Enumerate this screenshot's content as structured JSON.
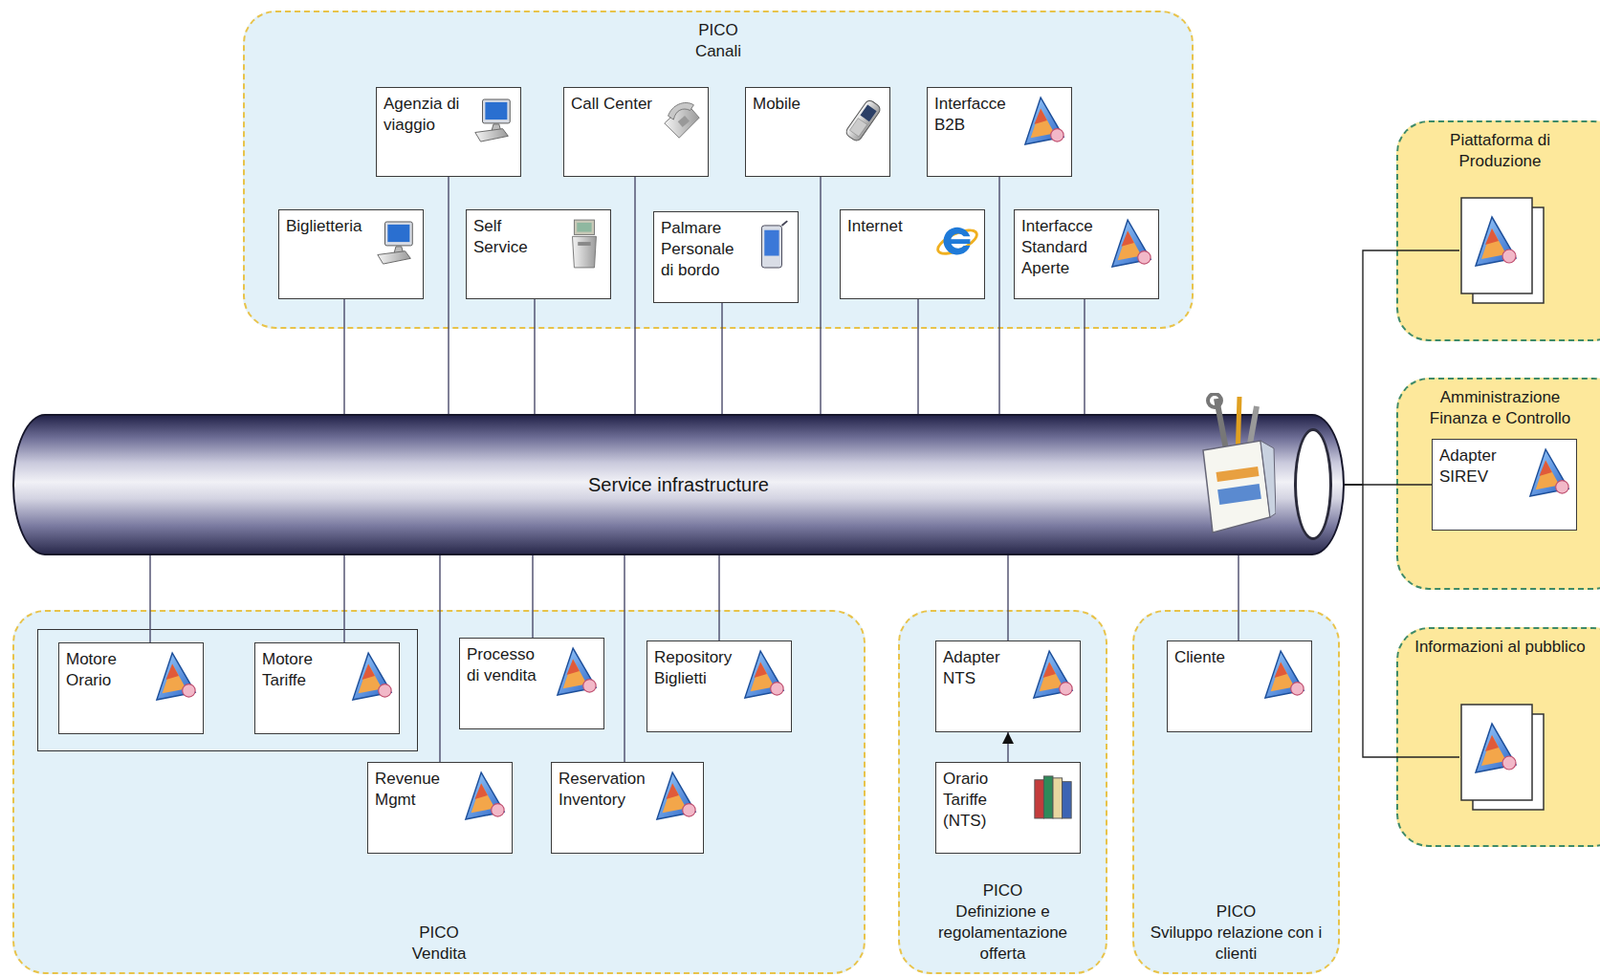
{
  "diagram": {
    "nodes": [
      {
        "text": [
          "PICO",
          "Canali"
        ]
      },
      {
        "text": [
          "Agenzia di viaggio"
        ],
        "in": 0
      },
      {
        "text": [
          "Call Center"
        ],
        "in": 0
      },
      {
        "text": [
          "Mobile"
        ],
        "in": 0
      },
      {
        "text": [
          "Interfacce B2B"
        ],
        "in": 0
      },
      {
        "text": [
          "Biglietteria"
        ],
        "in": 0
      },
      {
        "text": [
          "Self Service"
        ],
        "in": 0
      },
      {
        "text": [
          "Palmare Personale di bordo"
        ],
        "in": 0
      },
      {
        "text": [
          "Internet"
        ],
        "in": 0
      },
      {
        "text": [
          "Interfacce Standard Aperte"
        ],
        "in": 0
      },
      {
        "text": [
          "Piattaforma di Produzione"
        ]
      },
      {
        "text": [
          "Service infrastructure"
        ]
      },
      {
        "text": [
          "Amministrazione Finanza e Controllo"
        ]
      },
      {
        "text": [
          "Adapter SIREV"
        ],
        "in": 12
      },
      {
        "text": [
          "Informazioni al pubblico"
        ]
      },
      {
        "text": [
          "PICO",
          "Vendita"
        ]
      },
      {
        "text": [
          "Motore Orario"
        ],
        "in": 15
      },
      {
        "text": [
          "Motore Tariffe"
        ],
        "in": 15
      },
      {
        "text": [
          "Processo di vendita"
        ],
        "in": 15
      },
      {
        "text": [
          "Repository Biglietti"
        ],
        "in": 15
      },
      {
        "text": [
          "Revenue Mgmt"
        ],
        "in": 15
      },
      {
        "text": [
          "Reservation Inventory"
        ],
        "in": 15
      },
      {
        "text": [
          "PICO",
          "Definizione e regolamentazione offerta"
        ]
      },
      {
        "text": [
          "Adapter NTS"
        ],
        "in": 22
      },
      {
        "text": [
          "Orario Tariffe (NTS)"
        ],
        "in": 22
      },
      {
        "text": [
          "PICO",
          "Sviluppo relazione con i clienti"
        ]
      },
      {
        "text": [
          "Cliente"
        ],
        "in": 25
      }
    ],
    "edges": [
      {
        "from": 1,
        "to": 11,
        "arrow": "none"
      },
      {
        "from": 2,
        "to": 11,
        "arrow": "none"
      },
      {
        "from": 3,
        "to": 11,
        "arrow": "none"
      },
      {
        "from": 4,
        "to": 11,
        "arrow": "none"
      },
      {
        "from": 5,
        "to": 11,
        "arrow": "none"
      },
      {
        "from": 6,
        "to": 11,
        "arrow": "none"
      },
      {
        "from": 7,
        "to": 11,
        "arrow": "none"
      },
      {
        "from": 8,
        "to": 11,
        "arrow": "none"
      },
      {
        "from": 9,
        "to": 11,
        "arrow": "none"
      },
      {
        "from": 11,
        "to": 10,
        "arrow": "none"
      },
      {
        "from": 11,
        "to": 13,
        "arrow": "none"
      },
      {
        "from": 11,
        "to": 14,
        "arrow": "none"
      },
      {
        "from": 16,
        "to": 11,
        "arrow": "none"
      },
      {
        "from": 17,
        "to": 11,
        "arrow": "none"
      },
      {
        "from": 18,
        "to": 11,
        "arrow": "none"
      },
      {
        "from": 19,
        "to": 11,
        "arrow": "none"
      },
      {
        "from": 20,
        "to": 11,
        "arrow": "none"
      },
      {
        "from": 21,
        "to": 11,
        "arrow": "none"
      },
      {
        "from": 23,
        "to": 11,
        "arrow": "none"
      },
      {
        "from": 24,
        "to": 23,
        "arrow": "to"
      },
      {
        "from": 26,
        "to": 11,
        "arrow": "none"
      }
    ]
  }
}
